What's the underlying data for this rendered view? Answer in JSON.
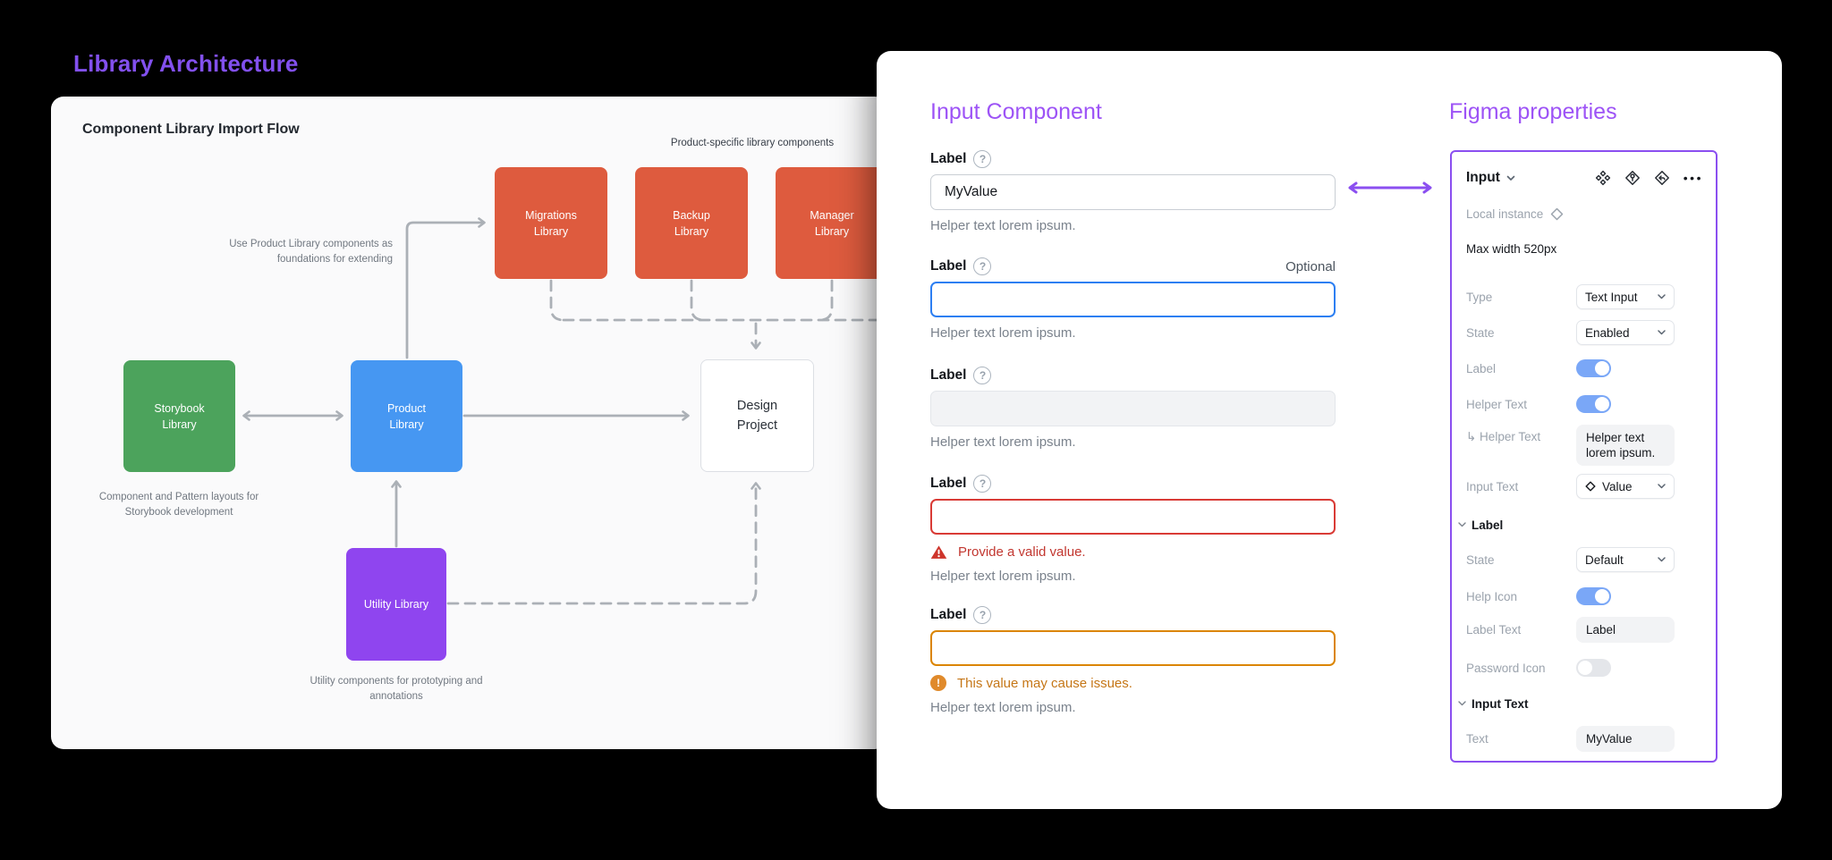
{
  "page": {
    "title": "Library Architecture"
  },
  "diagram": {
    "title": "Component Library Import Flow",
    "top_caption": "Product-specific library components",
    "nodes": {
      "migrations": {
        "label": "Migrations Library",
        "color": "#DE5B3E"
      },
      "backup": {
        "label": "Backup Library",
        "color": "#DE5B3E"
      },
      "manager": {
        "label": "Manager Library",
        "color": "#DE5B3E"
      },
      "storybook": {
        "label": "Storybook Library",
        "color": "#4CA35C"
      },
      "product": {
        "label": "Product Library",
        "color": "#4697F2"
      },
      "design": {
        "label": "Design Project",
        "color": "#FFFFFF"
      },
      "utility": {
        "label": "Utility Library",
        "color": "#8F45EF"
      }
    },
    "captions": {
      "extend": "Use Product Library components as foundations for extending",
      "storybook": "Component and Pattern layouts for Storybook development",
      "utility": "Utility components for prototyping and annotations"
    }
  },
  "inputs": {
    "heading": "Input Component",
    "groups": [
      {
        "label": "Label",
        "state": "default",
        "value": "MyValue",
        "helper": "Helper text lorem ipsum."
      },
      {
        "label": "Label",
        "state": "focus",
        "optional": "Optional",
        "value": "",
        "helper": "Helper text lorem ipsum."
      },
      {
        "label": "Label",
        "state": "disabled",
        "value": "",
        "helper": "Helper text lorem ipsum."
      },
      {
        "label": "Label",
        "state": "error",
        "value": "",
        "status": "Provide a valid value.",
        "helper": "Helper text lorem ipsum."
      },
      {
        "label": "Label",
        "state": "warning",
        "value": "",
        "status": "This value may cause issues.",
        "helper": "Helper text lorem ipsum."
      }
    ]
  },
  "figma": {
    "heading": "Figma properties",
    "header": {
      "component": "Input",
      "icons": [
        "component-icon",
        "instance-pin-icon",
        "revert-instance-icon",
        "more-icon"
      ]
    },
    "instance_note": "Local instance",
    "max_width": "Max width 520px",
    "rows": {
      "type": {
        "label": "Type",
        "value": "Text Input"
      },
      "state": {
        "label": "State",
        "value": "Enabled"
      },
      "label_toggle": {
        "label": "Label",
        "on": true
      },
      "helper_toggle": {
        "label": "Helper Text",
        "on": true
      },
      "helper_text": {
        "label": "↳ Helper Text",
        "value": "Helper text lorem ipsum."
      },
      "input_text": {
        "label": "Input Text",
        "value": "Value"
      },
      "section_label": "Label",
      "label_state": {
        "label": "State",
        "value": "Default"
      },
      "help_icon": {
        "label": "Help Icon",
        "on": true
      },
      "label_text": {
        "label": "Label Text",
        "value": "Label"
      },
      "password_icon": {
        "label": "Password Icon",
        "on": false
      },
      "section_input_text": "Input Text",
      "text": {
        "label": "Text",
        "value": "MyValue"
      }
    }
  },
  "colors": {
    "background": "#000000",
    "title_purple": "#8250EE",
    "heading_purple": "#9D53F6",
    "panel_border_purple": "#8B4FF0",
    "node_orange": "#DE5B3E",
    "node_green": "#4CA35C",
    "node_blue": "#4697F2",
    "node_purple": "#8F45EF",
    "focus_blue": "#2D7FF2",
    "error_red": "#D93B36",
    "warning_orange": "#DB8500",
    "toggle_on_blue": "#7AA7F7",
    "arrow_gray": "#ABB0B6"
  }
}
